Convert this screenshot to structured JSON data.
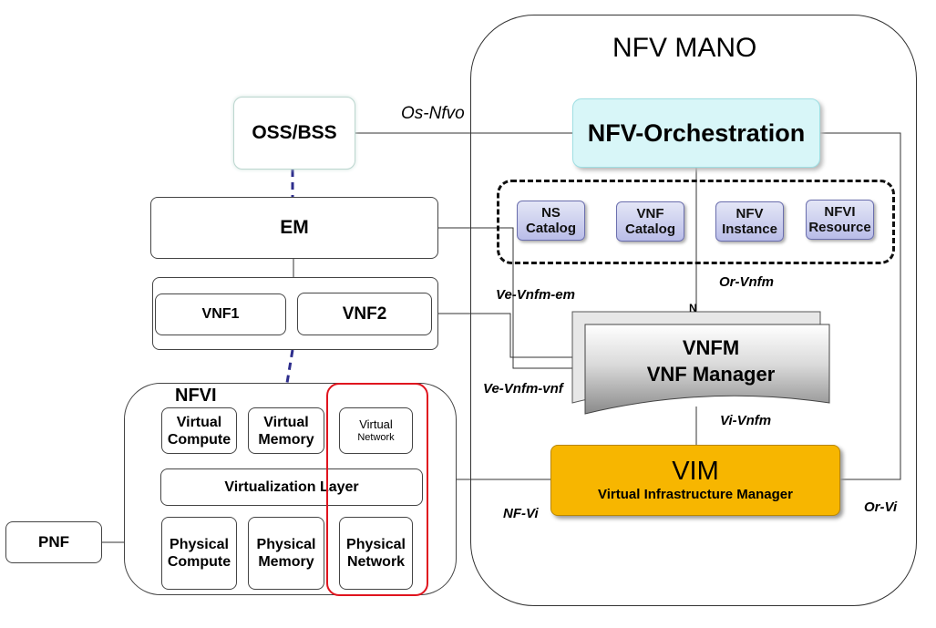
{
  "mano": {
    "title": "NFV MANO"
  },
  "oss": {
    "label": "OSS/BSS"
  },
  "orchestration": {
    "label": "NFV-Orchestration"
  },
  "catalogs": [
    {
      "line1": "NS",
      "line2": "Catalog"
    },
    {
      "line1": "VNF",
      "line2": "Catalog"
    },
    {
      "line1": "NFV",
      "line2": "Instance"
    },
    {
      "line1": "NFVI",
      "line2": "Resource"
    }
  ],
  "em": {
    "label": "EM"
  },
  "vnfs": [
    {
      "label": "VNF1"
    },
    {
      "label": "VNF2"
    }
  ],
  "vnfm": {
    "line1": "VNFM",
    "line2": "VNF Manager",
    "back_char": "N"
  },
  "vim": {
    "title": "VIM",
    "subtitle": "Virtual Infrastructure Manager"
  },
  "nfvi": {
    "title": "NFVI",
    "virtual": [
      {
        "line1": "Virtual",
        "line2": "Compute"
      },
      {
        "line1": "Virtual",
        "line2": "Memory"
      },
      {
        "line1": "Virtual",
        "line2": "Network"
      }
    ],
    "layer": "Virtualization Layer",
    "physical": [
      {
        "line1": "Physical",
        "line2": "Compute"
      },
      {
        "line1": "Physical",
        "line2": "Memory"
      },
      {
        "line1": "Physical",
        "line2": "Network"
      }
    ]
  },
  "pnf": {
    "label": "PNF"
  },
  "interfaces": {
    "os_nfvo": "Os-Nfvo",
    "ve_vnfm_em": "Ve-Vnfm-em",
    "or_vnfm": "Or-Vnfm",
    "ve_vnfm_vnf": "Ve-Vnfm-vnf",
    "vi_vnfm": "Vi-Vnfm",
    "nf_vi": "NF-Vi",
    "or_vi": "Or-Vi"
  },
  "colors": {
    "orchestration_fill": "#d8f6f8",
    "vim_fill": "#f7b600",
    "highlight": "#e0141e",
    "catalog_fill": "#c7caee",
    "dashed_link": "#2d2d8c"
  }
}
